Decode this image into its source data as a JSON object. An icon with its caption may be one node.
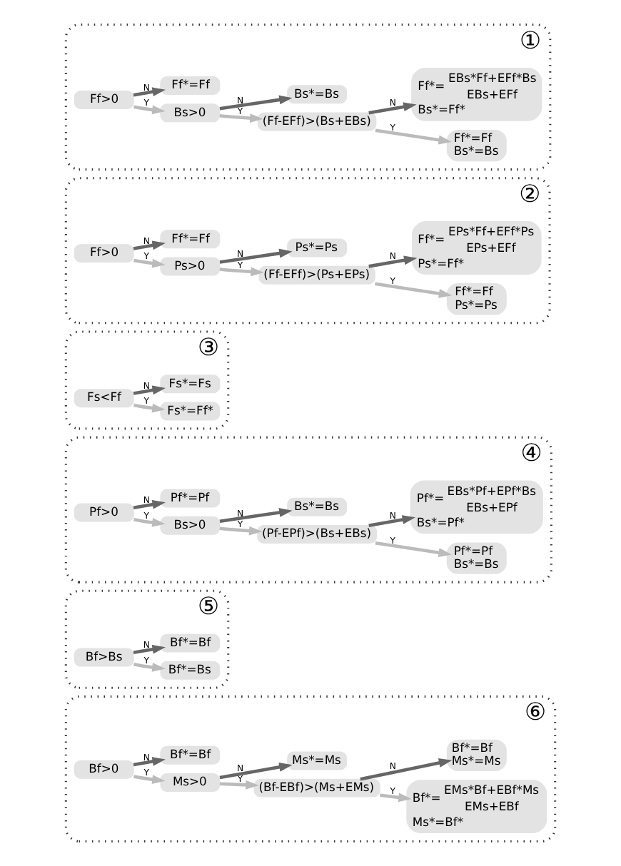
{
  "diagram": {
    "nodes": [
      {
        "text": [
          "①"
        ]
      },
      {
        "text": [
          "Ff>0"
        ],
        "in": 0
      },
      {
        "text": [
          "Ff*=Ff"
        ],
        "in": 0
      },
      {
        "text": [
          "Bs>0"
        ],
        "in": 0
      },
      {
        "text": [
          "Bs*=Bs"
        ],
        "in": 0
      },
      {
        "text": [
          "(Ff-EFf)>(Bs+EBs)"
        ],
        "in": 0
      },
      {
        "text": [
          "Ff*=",
          "EBs*Ff+EFf*Bs",
          "EBs+EFf",
          "Bs*=Ff*"
        ],
        "in": 0
      },
      {
        "text": [
          "Ff*=Ff",
          "Bs*=Bs"
        ],
        "in": 0
      },
      {
        "text": [
          "②"
        ]
      },
      {
        "text": [
          "Ff>0"
        ],
        "in": 8
      },
      {
        "text": [
          "Ff*=Ff"
        ],
        "in": 8
      },
      {
        "text": [
          "Ps>0"
        ],
        "in": 8
      },
      {
        "text": [
          "Ps*=Ps"
        ],
        "in": 8
      },
      {
        "text": [
          "(Ff-EFf)>(Ps+EPs)"
        ],
        "in": 8
      },
      {
        "text": [
          "Ff*=",
          "EPs*Ff+EFf*Ps",
          "EPs+EFf",
          "Ps*=Ff*"
        ],
        "in": 8
      },
      {
        "text": [
          "Ff*=Ff",
          "Ps*=Ps"
        ],
        "in": 8
      },
      {
        "text": [
          "③"
        ]
      },
      {
        "text": [
          "Fs<Ff"
        ],
        "in": 16
      },
      {
        "text": [
          "Fs*=Fs"
        ],
        "in": 16
      },
      {
        "text": [
          "Fs*=Ff*"
        ],
        "in": 16
      },
      {
        "text": [
          "④"
        ]
      },
      {
        "text": [
          "Pf>0"
        ],
        "in": 20
      },
      {
        "text": [
          "Pf*=Pf"
        ],
        "in": 20
      },
      {
        "text": [
          "Bs>0"
        ],
        "in": 20
      },
      {
        "text": [
          "Bs*=Bs"
        ],
        "in": 20
      },
      {
        "text": [
          "(Pf-EPf)>(Bs+EBs)"
        ],
        "in": 20
      },
      {
        "text": [
          "Pf*=",
          "EBs*Pf+EPf*Bs",
          "EBs+EPf",
          "Bs*=Pf*"
        ],
        "in": 20
      },
      {
        "text": [
          "Pf*=Pf",
          "Bs*=Bs"
        ],
        "in": 20
      },
      {
        "text": [
          "⑤"
        ]
      },
      {
        "text": [
          "Bf>Bs"
        ],
        "in": 28
      },
      {
        "text": [
          "Bf*=Bf"
        ],
        "in": 28
      },
      {
        "text": [
          "Bf*=Bs"
        ],
        "in": 28
      },
      {
        "text": [
          "⑥"
        ]
      },
      {
        "text": [
          "Bf>0"
        ],
        "in": 32
      },
      {
        "text": [
          "Bf*=Bf"
        ],
        "in": 32
      },
      {
        "text": [
          "Ms>0"
        ],
        "in": 32
      },
      {
        "text": [
          "Ms*=Ms"
        ],
        "in": 32
      },
      {
        "text": [
          "(Bf-EBf)>(Ms+EMs)"
        ],
        "in": 32
      },
      {
        "text": [
          "Bf*=Bf",
          "Ms*=Ms"
        ],
        "in": 32
      },
      {
        "text": [
          "Bf*=",
          "EMs*Bf+EBf*Ms",
          "EMs+EBf",
          "Ms*=Bf*"
        ],
        "in": 32
      }
    ],
    "edges": [
      {
        "from": 1,
        "to": 2,
        "arrow": "to",
        "label": "N",
        "color": "#666666"
      },
      {
        "from": 1,
        "to": 3,
        "arrow": "to",
        "label": "Y",
        "color": "#bbbbbb"
      },
      {
        "from": 3,
        "to": 4,
        "arrow": "to",
        "label": "N",
        "color": "#666666"
      },
      {
        "from": 3,
        "to": 5,
        "arrow": "to",
        "label": "Y",
        "color": "#bbbbbb"
      },
      {
        "from": 5,
        "to": 6,
        "arrow": "to",
        "label": "N",
        "color": "#666666"
      },
      {
        "from": 5,
        "to": 7,
        "arrow": "to",
        "label": "Y",
        "color": "#bbbbbb"
      },
      {
        "from": 9,
        "to": 10,
        "arrow": "to",
        "label": "N",
        "color": "#666666"
      },
      {
        "from": 9,
        "to": 11,
        "arrow": "to",
        "label": "Y",
        "color": "#bbbbbb"
      },
      {
        "from": 11,
        "to": 12,
        "arrow": "to",
        "label": "N",
        "color": "#666666"
      },
      {
        "from": 11,
        "to": 13,
        "arrow": "to",
        "label": "Y",
        "color": "#bbbbbb"
      },
      {
        "from": 13,
        "to": 14,
        "arrow": "to",
        "label": "N",
        "color": "#666666"
      },
      {
        "from": 13,
        "to": 15,
        "arrow": "to",
        "label": "Y",
        "color": "#bbbbbb"
      },
      {
        "from": 17,
        "to": 18,
        "arrow": "to",
        "label": "N",
        "color": "#666666"
      },
      {
        "from": 17,
        "to": 19,
        "arrow": "to",
        "label": "Y",
        "color": "#bbbbbb"
      },
      {
        "from": 21,
        "to": 22,
        "arrow": "to",
        "label": "N",
        "color": "#666666"
      },
      {
        "from": 21,
        "to": 23,
        "arrow": "to",
        "label": "Y",
        "color": "#bbbbbb"
      },
      {
        "from": 23,
        "to": 24,
        "arrow": "to",
        "label": "N",
        "color": "#666666"
      },
      {
        "from": 23,
        "to": 25,
        "arrow": "to",
        "label": "Y",
        "color": "#bbbbbb"
      },
      {
        "from": 25,
        "to": 26,
        "arrow": "to",
        "label": "N",
        "color": "#666666"
      },
      {
        "from": 25,
        "to": 27,
        "arrow": "to",
        "label": "Y",
        "color": "#bbbbbb"
      },
      {
        "from": 29,
        "to": 30,
        "arrow": "to",
        "label": "N",
        "color": "#666666"
      },
      {
        "from": 29,
        "to": 31,
        "arrow": "to",
        "label": "Y",
        "color": "#bbbbbb"
      },
      {
        "from": 33,
        "to": 34,
        "arrow": "to",
        "label": "N",
        "color": "#666666"
      },
      {
        "from": 33,
        "to": 35,
        "arrow": "to",
        "label": "Y",
        "color": "#bbbbbb"
      },
      {
        "from": 35,
        "to": 36,
        "arrow": "to",
        "label": "N",
        "color": "#666666"
      },
      {
        "from": 35,
        "to": 37,
        "arrow": "to",
        "label": "Y",
        "color": "#bbbbbb"
      },
      {
        "from": 37,
        "to": 38,
        "arrow": "to",
        "label": "N",
        "color": "#666666"
      },
      {
        "from": 37,
        "to": 39,
        "arrow": "to",
        "label": "Y",
        "color": "#bbbbbb"
      }
    ]
  }
}
